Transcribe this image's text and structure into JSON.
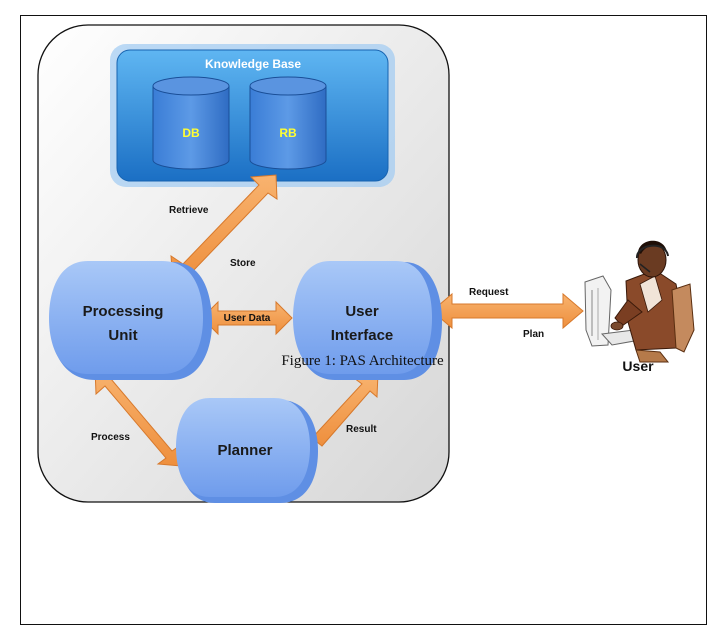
{
  "diagram": {
    "knowledge_base": "Knowledge Base",
    "db": "DB",
    "rb": "RB",
    "processing_unit": [
      "Processing",
      "Unit"
    ],
    "user_interface": [
      "User",
      "Interface"
    ],
    "planner": "Planner",
    "user": "User",
    "arrows": {
      "retrieve": "Retrieve",
      "store": "Store",
      "user_data": "User Data",
      "request": "Request",
      "plan": "Plan",
      "process": "Process",
      "result": "Result"
    },
    "colors": {
      "node_blue": "#7ea7ee",
      "kb_blue": "#1f84d6",
      "arrow_orange": "#f5a25a",
      "db_text": "#ffff33"
    }
  },
  "caption": "Figure 1: PAS Architecture"
}
